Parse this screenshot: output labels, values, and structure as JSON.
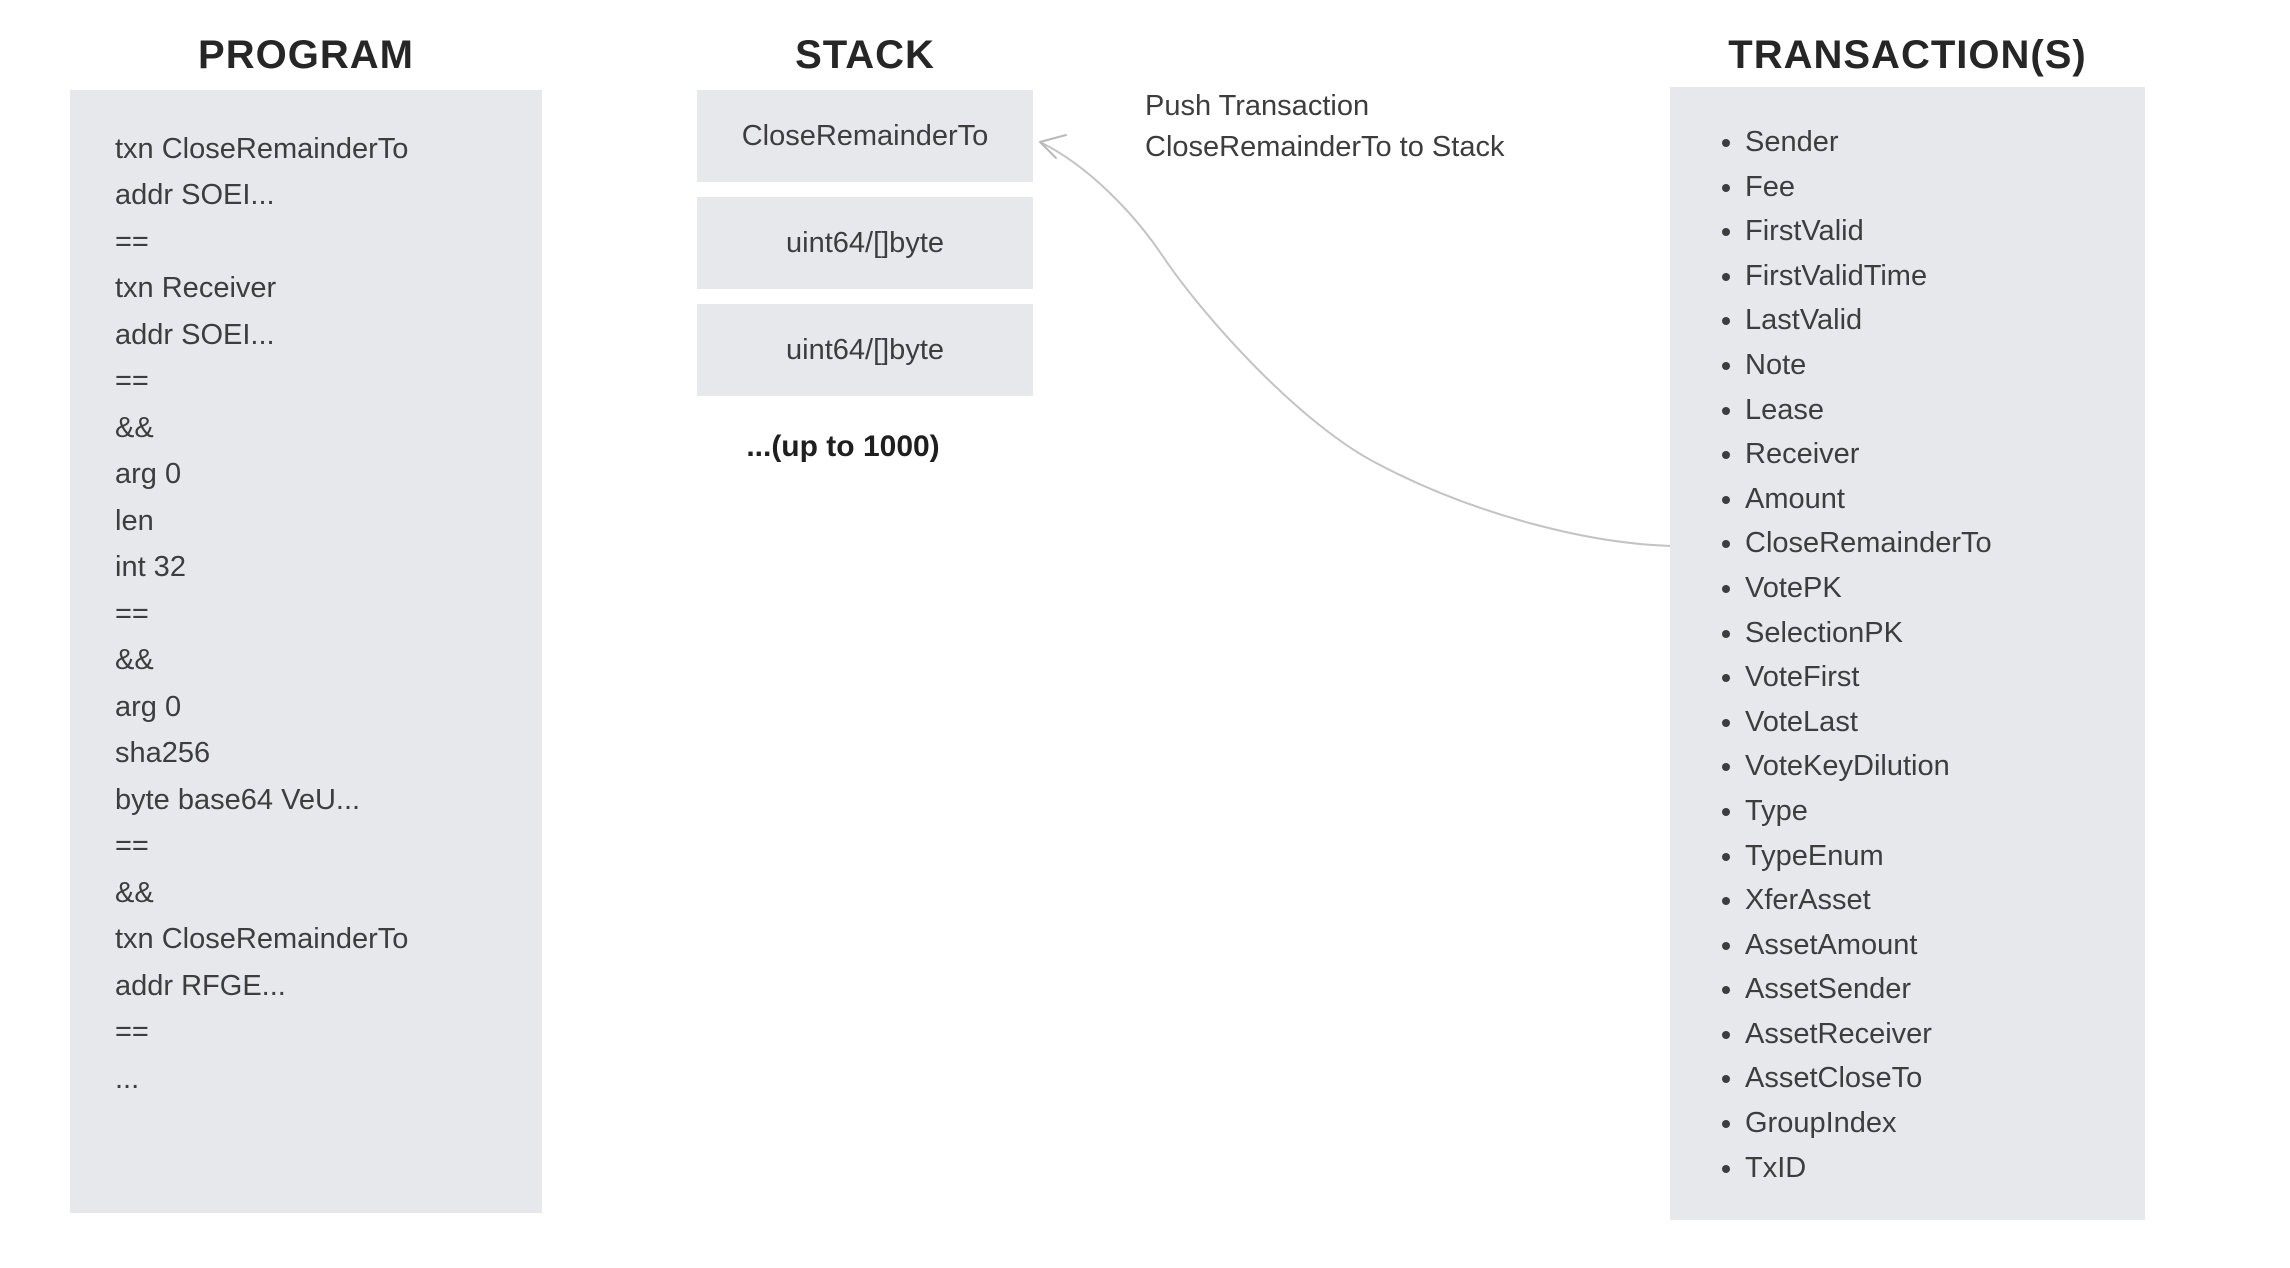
{
  "program": {
    "title": "PROGRAM",
    "highlight_index": 0,
    "lines": [
      "txn CloseRemainderTo",
      "addr SOEI...",
      "==",
      "txn Receiver",
      "addr SOEI...",
      "==",
      "&&",
      "arg 0",
      "len",
      "int 32",
      "==",
      "&&",
      "arg 0",
      "sha256",
      "byte base64 VeU...",
      "==",
      "&&",
      "txn CloseRemainderTo",
      "addr RFGE...",
      "==",
      "..."
    ]
  },
  "stack": {
    "title": "STACK",
    "boxes": [
      "CloseRemainderTo",
      "uint64/[]byte",
      "uint64/[]byte"
    ],
    "note": "...(up to 1000)"
  },
  "annotation": {
    "line1": "Push Transaction",
    "line2": "CloseRemainderTo to Stack"
  },
  "transactions": {
    "title": "TRANSACTION(S)",
    "items": [
      "Sender",
      "Fee",
      "FirstValid",
      "FirstValidTime",
      "LastValid",
      "Note",
      "Lease",
      "Receiver",
      "Amount",
      "CloseRemainderTo",
      "VotePK",
      "SelectionPK",
      "VoteFirst",
      "VoteLast",
      "VoteKeyDilution",
      "Type",
      "TypeEnum",
      "XferAsset",
      "AssetAmount",
      "AssetSender",
      "AssetReceiver",
      "AssetCloseTo",
      "GroupIndex",
      "TxID"
    ]
  },
  "colors": {
    "panel_bg": "#e7e8eb",
    "text": "#3d3d3f",
    "title": "#262626",
    "highlight_border": "#bb4a52",
    "arrow": "#c3c3c3"
  }
}
